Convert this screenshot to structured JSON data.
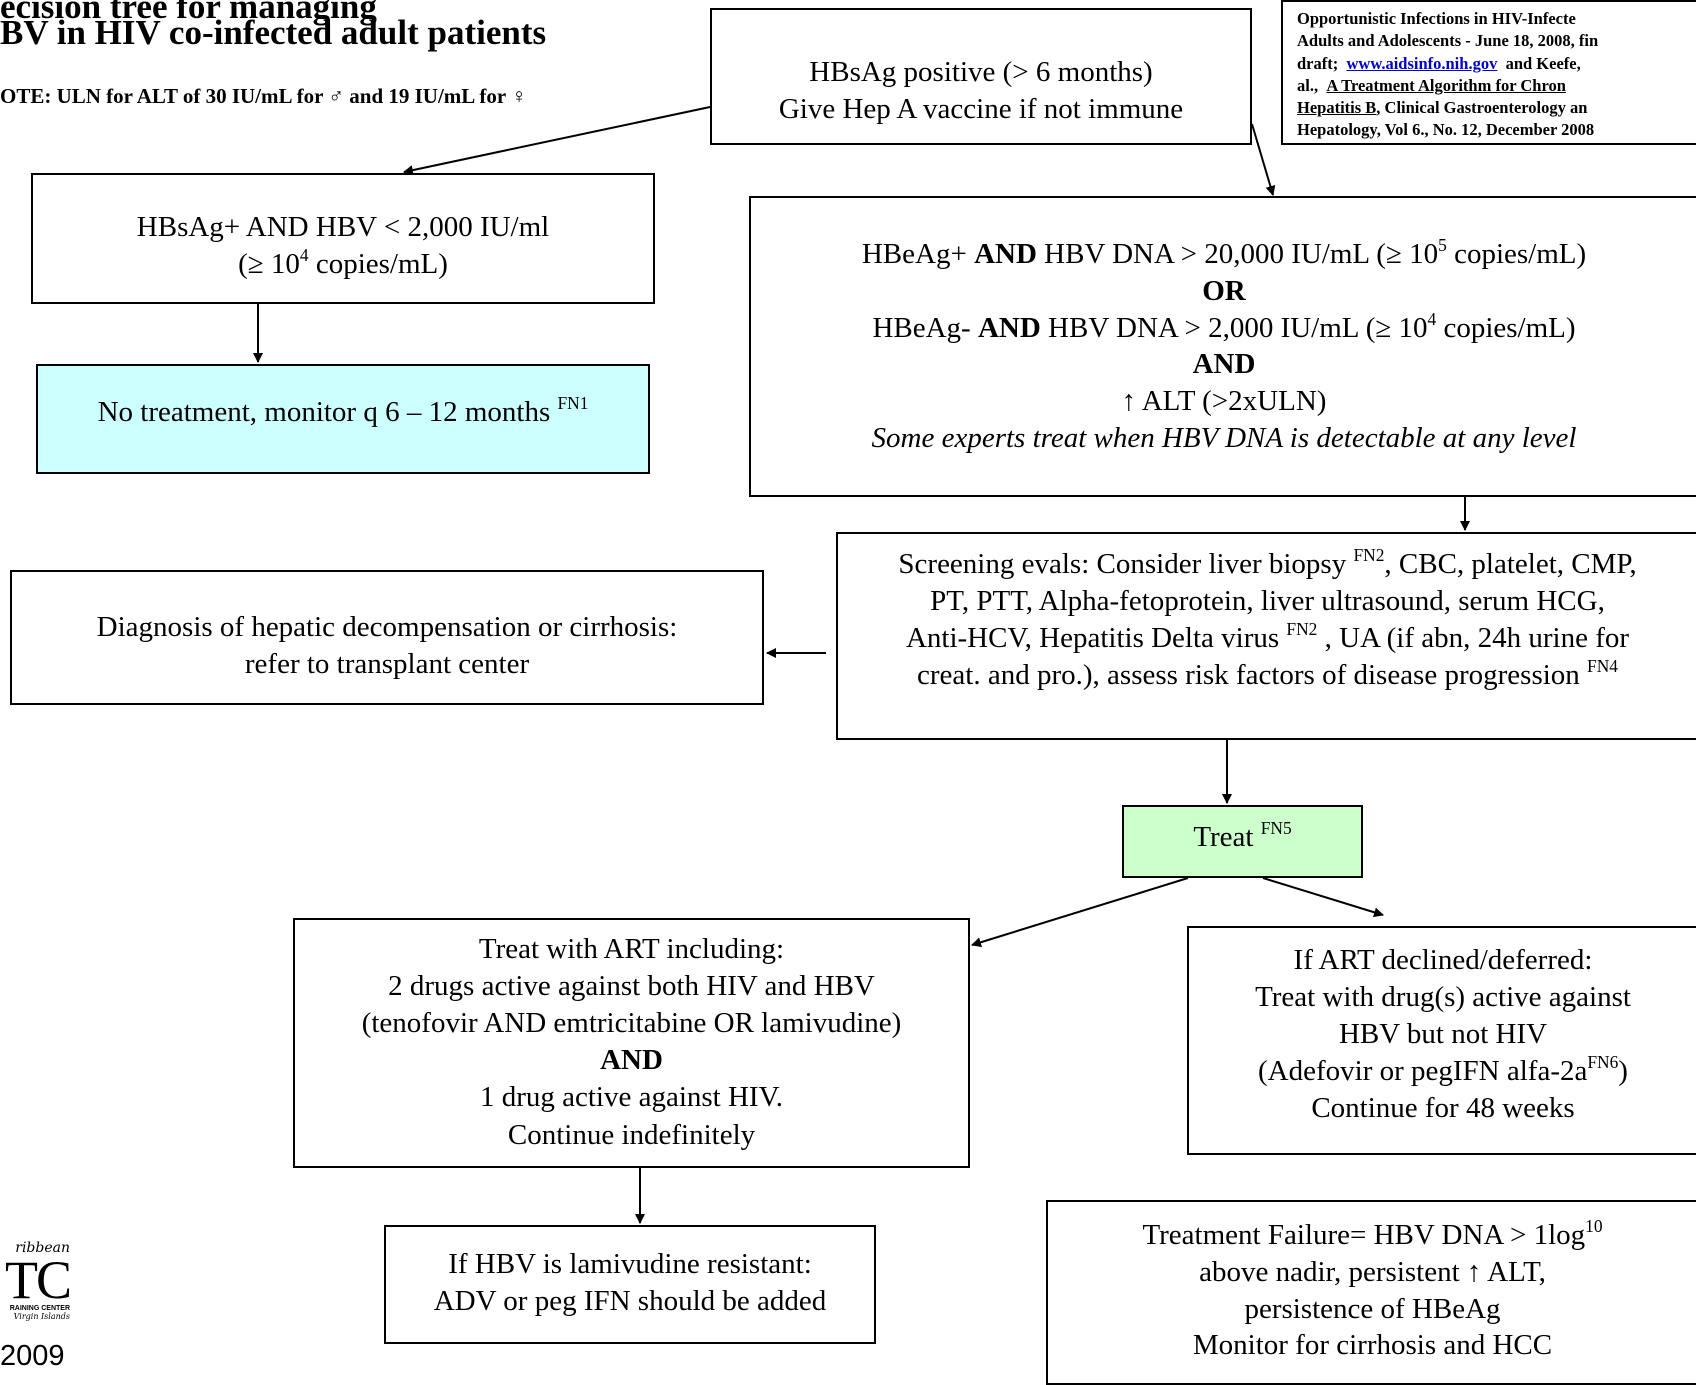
{
  "header": {
    "title_line1": "ecision tree for managing",
    "title_line2": "BV in HIV co-infected adult patients",
    "note": "OTE:  ULN for ALT of 30 IU/mL for ♂ and 19 IU/mL for ♀"
  },
  "reference": {
    "line1": "Opportunistic  Infections  in  HIV-Infecte",
    "line2": "Adults and Adolescents - June 18, 2008, fin",
    "line3_pre": "draft;",
    "line3_link": "www.aidsinfo.nih.gov",
    "line3_post": "and  Keefe,",
    "line4_pre": "al.,",
    "line4_title": "A  Treatment  Algorithm  for  Chron",
    "line5_title": "Hepatitis B",
    "line5_post": ", Clinical Gastroenterology an",
    "line6": "Hepatology, Vol 6., No. 12, December 2008"
  },
  "nodes": {
    "hbsag_positive": {
      "line1": "HBsAg positive (> 6 months)",
      "line2": "Give Hep A vaccine if not immune"
    },
    "low_hbv": {
      "line1": "HBsAg+ AND HBV < 2,000 IU/ml",
      "line2_pre": "(≥ 10",
      "line2_sup": "4",
      "line2_post": " copies/mL)"
    },
    "no_treatment": {
      "text": "No treatment, monitor q 6 – 12 months",
      "sup": "FN1"
    },
    "criteria": {
      "l1_a": "HBeAg+ ",
      "l1_bold": "AND",
      "l1_b": " HBV DNA > 20,000 IU/mL (≥ 10",
      "l1_sup": "5",
      "l1_c": " copies/mL)",
      "or": "OR",
      "l3_a": "HBeAg- ",
      "l3_bold": "AND",
      "l3_b": " HBV DNA > 2,000 IU/mL (≥ 10",
      "l3_sup": "4",
      "l3_c": " copies/mL)",
      "and": "AND",
      "alt": "↑ ALT (>2xULN)",
      "italic": "Some experts treat when HBV DNA is detectable at any level"
    },
    "screening": {
      "l1_a": "Screening evals: Consider liver biopsy ",
      "l1_sup": "FN2",
      "l1_b": ", CBC,  platelet, CMP,",
      "l2": "PT,  PTT, Alpha-fetoprotein, liver ultrasound, serum HCG,",
      "l3_a": "Anti-HCV, Hepatitis Delta virus ",
      "l3_sup": "FN2",
      "l3_b": " , UA (if abn, 24h urine for",
      "l4_a": "creat. and pro.), assess risk factors of disease progression ",
      "l4_sup": "FN4"
    },
    "decompensation": {
      "line1": "Diagnosis of hepatic decompensation or cirrhosis:",
      "line2": "refer to transplant center"
    },
    "treat": {
      "text": "Treat ",
      "sup": "FN5"
    },
    "art": {
      "l1": "Treat with ART including:",
      "l2": "2 drugs active against both HIV and HBV",
      "l3": "(tenofovir  AND emtricitabine OR lamivudine)",
      "and": "AND",
      "l5": "1 drug active against HIV.",
      "l6": "Continue indefinitely"
    },
    "art_declined": {
      "l1": "If ART declined/deferred:",
      "l2": "Treat with drug(s) active against",
      "l3": "HBV but not HIV",
      "l4_a": "(Adefovir or pegIFN alfa-2a",
      "l4_sup": "FN6",
      "l4_b": ")",
      "l5": "Continue for 48 weeks"
    },
    "lamivudine": {
      "l1": "If HBV is lamivudine resistant:",
      "l2": "ADV or peg IFN should be added"
    },
    "failure": {
      "l1_a": "Treatment Failure= HBV DNA > 1log",
      "l1_sup": "10",
      "l2": "above nadir, persistent ↑ ALT,",
      "l3": "persistence of HBeAg",
      "l4": "Monitor for cirrhosis and HCC"
    }
  },
  "logo": {
    "script": "ribbean",
    "big": "TC",
    "small": "RAINING CENTER",
    "script2": "Virgin Islands",
    "year": "2009"
  },
  "colors": {
    "no_treatment_fill": "#ccffff",
    "treat_fill": "#ccffcc",
    "link": "#0000cc"
  }
}
